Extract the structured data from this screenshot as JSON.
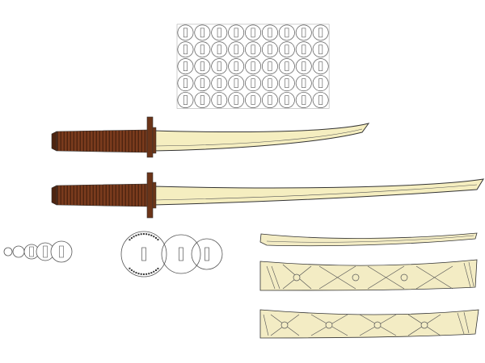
{
  "sheet": {
    "background": "#ffffff"
  },
  "colors": {
    "blade_fill": "#f5eec0",
    "saya_fill": "#f3ecc4",
    "outline": "#333333",
    "handle": "#7a3b1d",
    "handle_dark": "#4e2410",
    "guard": "#6b3418",
    "ring_stroke": "#555555"
  },
  "parts": {
    "washer_grid": {
      "rows": 5,
      "cols": 9
    },
    "swords": [
      {
        "name": "short-sword"
      },
      {
        "name": "long-sword"
      }
    ],
    "spacer_rings": {
      "count": 5
    },
    "tsuba_discs": {
      "count": 3
    },
    "scabbard_pieces": {
      "count": 3
    }
  }
}
